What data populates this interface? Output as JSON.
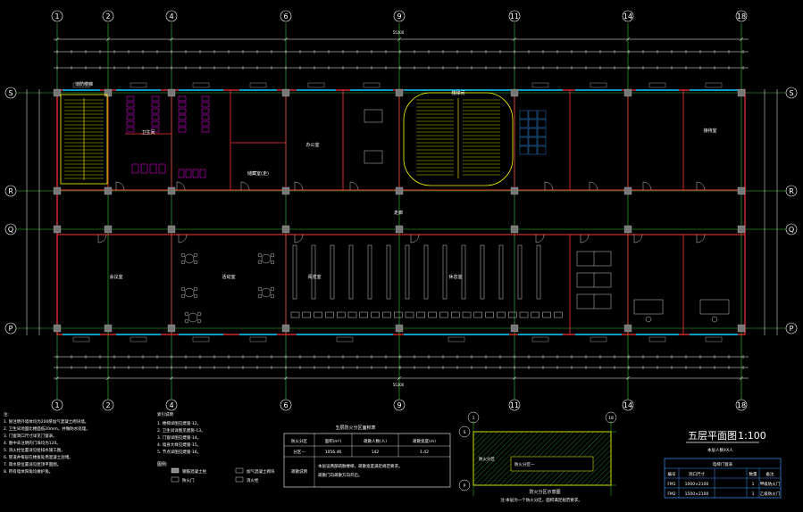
{
  "drawing": {
    "title": "五层平面图",
    "scale": "1:100",
    "subtitle": "本层人数XX人",
    "total_width_dim": "55200",
    "colors": {
      "background": "#000000",
      "axis_line": "#33cc33",
      "wall": "#ff3333",
      "wall_fill": "#666666",
      "window": "#00ccff",
      "dimension": "#ffffff",
      "stair": "#ffff00",
      "furniture": "#ffffff",
      "door": "#ff00ff",
      "table_border": "#3399ff"
    }
  },
  "axes": {
    "columns": [
      "1",
      "2",
      "4",
      "6",
      "9",
      "11",
      "14",
      "18"
    ],
    "rows": [
      "S",
      "R",
      "Q",
      "P"
    ]
  },
  "rooms": [
    {
      "name": "消防楼梯"
    },
    {
      "name": "卫生间"
    },
    {
      "name": "办公室"
    },
    {
      "name": "楼梯间"
    },
    {
      "name": "储藏室(走)"
    },
    {
      "name": "走廊"
    },
    {
      "name": "会议室"
    },
    {
      "name": "活动室"
    },
    {
      "name": "阅览室"
    },
    {
      "name": "休息室"
    },
    {
      "name": "接待室"
    }
  ],
  "notes": {
    "title": "注:",
    "lines": [
      "1. 除注明外墙体均为200厚加气混凝土砌块墙。",
      "2. 卫生间地面比楼面低20mm，并做防水处理。",
      "3. 门窗洞口尺寸详见门窗表。",
      "4. 图中未注明的门垛均为120。",
      "5. 消火栓位置详见给排水施工图。",
      "6. 管道井每层在楼板处用混凝土封堵。",
      "7. 雨水管位置详见屋顶平面图。",
      "8. 所有墙体阳角均做护角。"
    ],
    "legend_title": "图例:",
    "legend_items": [
      "钢筋混凝土柱",
      "加气混凝土砌块",
      "防火门",
      "消火栓"
    ]
  },
  "index_notes": {
    "title": "索引说明",
    "lines": [
      "1. 楼梯详图见建施-12。",
      "2. 卫生间详图见建施-13。",
      "3. 门窗详图见建施-14。",
      "4. 墙身大样见建施-15。",
      "5. 节点详图见建施-16。"
    ]
  },
  "area_table": {
    "title": "五层防火分区面积表",
    "headers": [
      "防火分区",
      "面积(m²)",
      "疏散人数(人)",
      "疏散宽度(m)"
    ],
    "row1": [
      "分区一",
      "1056.46",
      "142",
      "1.42"
    ],
    "row2_label": "疏散说明",
    "row2_lines": [
      "本层设两部疏散楼梯，疏散宽度满足规范要求。",
      "疏散门向疏散方向开启。"
    ]
  },
  "fire_diagram": {
    "title": "防火分区示意图",
    "label_a": "防火分区",
    "label_b": "防火分区一",
    "footer": "注:本层为一个防火分区，面积满足规范要求。",
    "axis_labels": [
      "1",
      "18",
      "S",
      "P"
    ]
  },
  "door_schedule": {
    "title": "电梯门窗表",
    "headers": [
      "编号",
      "洞口尺寸",
      "数量",
      "备注"
    ],
    "rows": [
      [
        "FM1",
        "1000×2100",
        "1",
        "甲级防火门"
      ],
      [
        "FM2",
        "1500×2100",
        "1",
        "乙级防火门"
      ]
    ]
  }
}
